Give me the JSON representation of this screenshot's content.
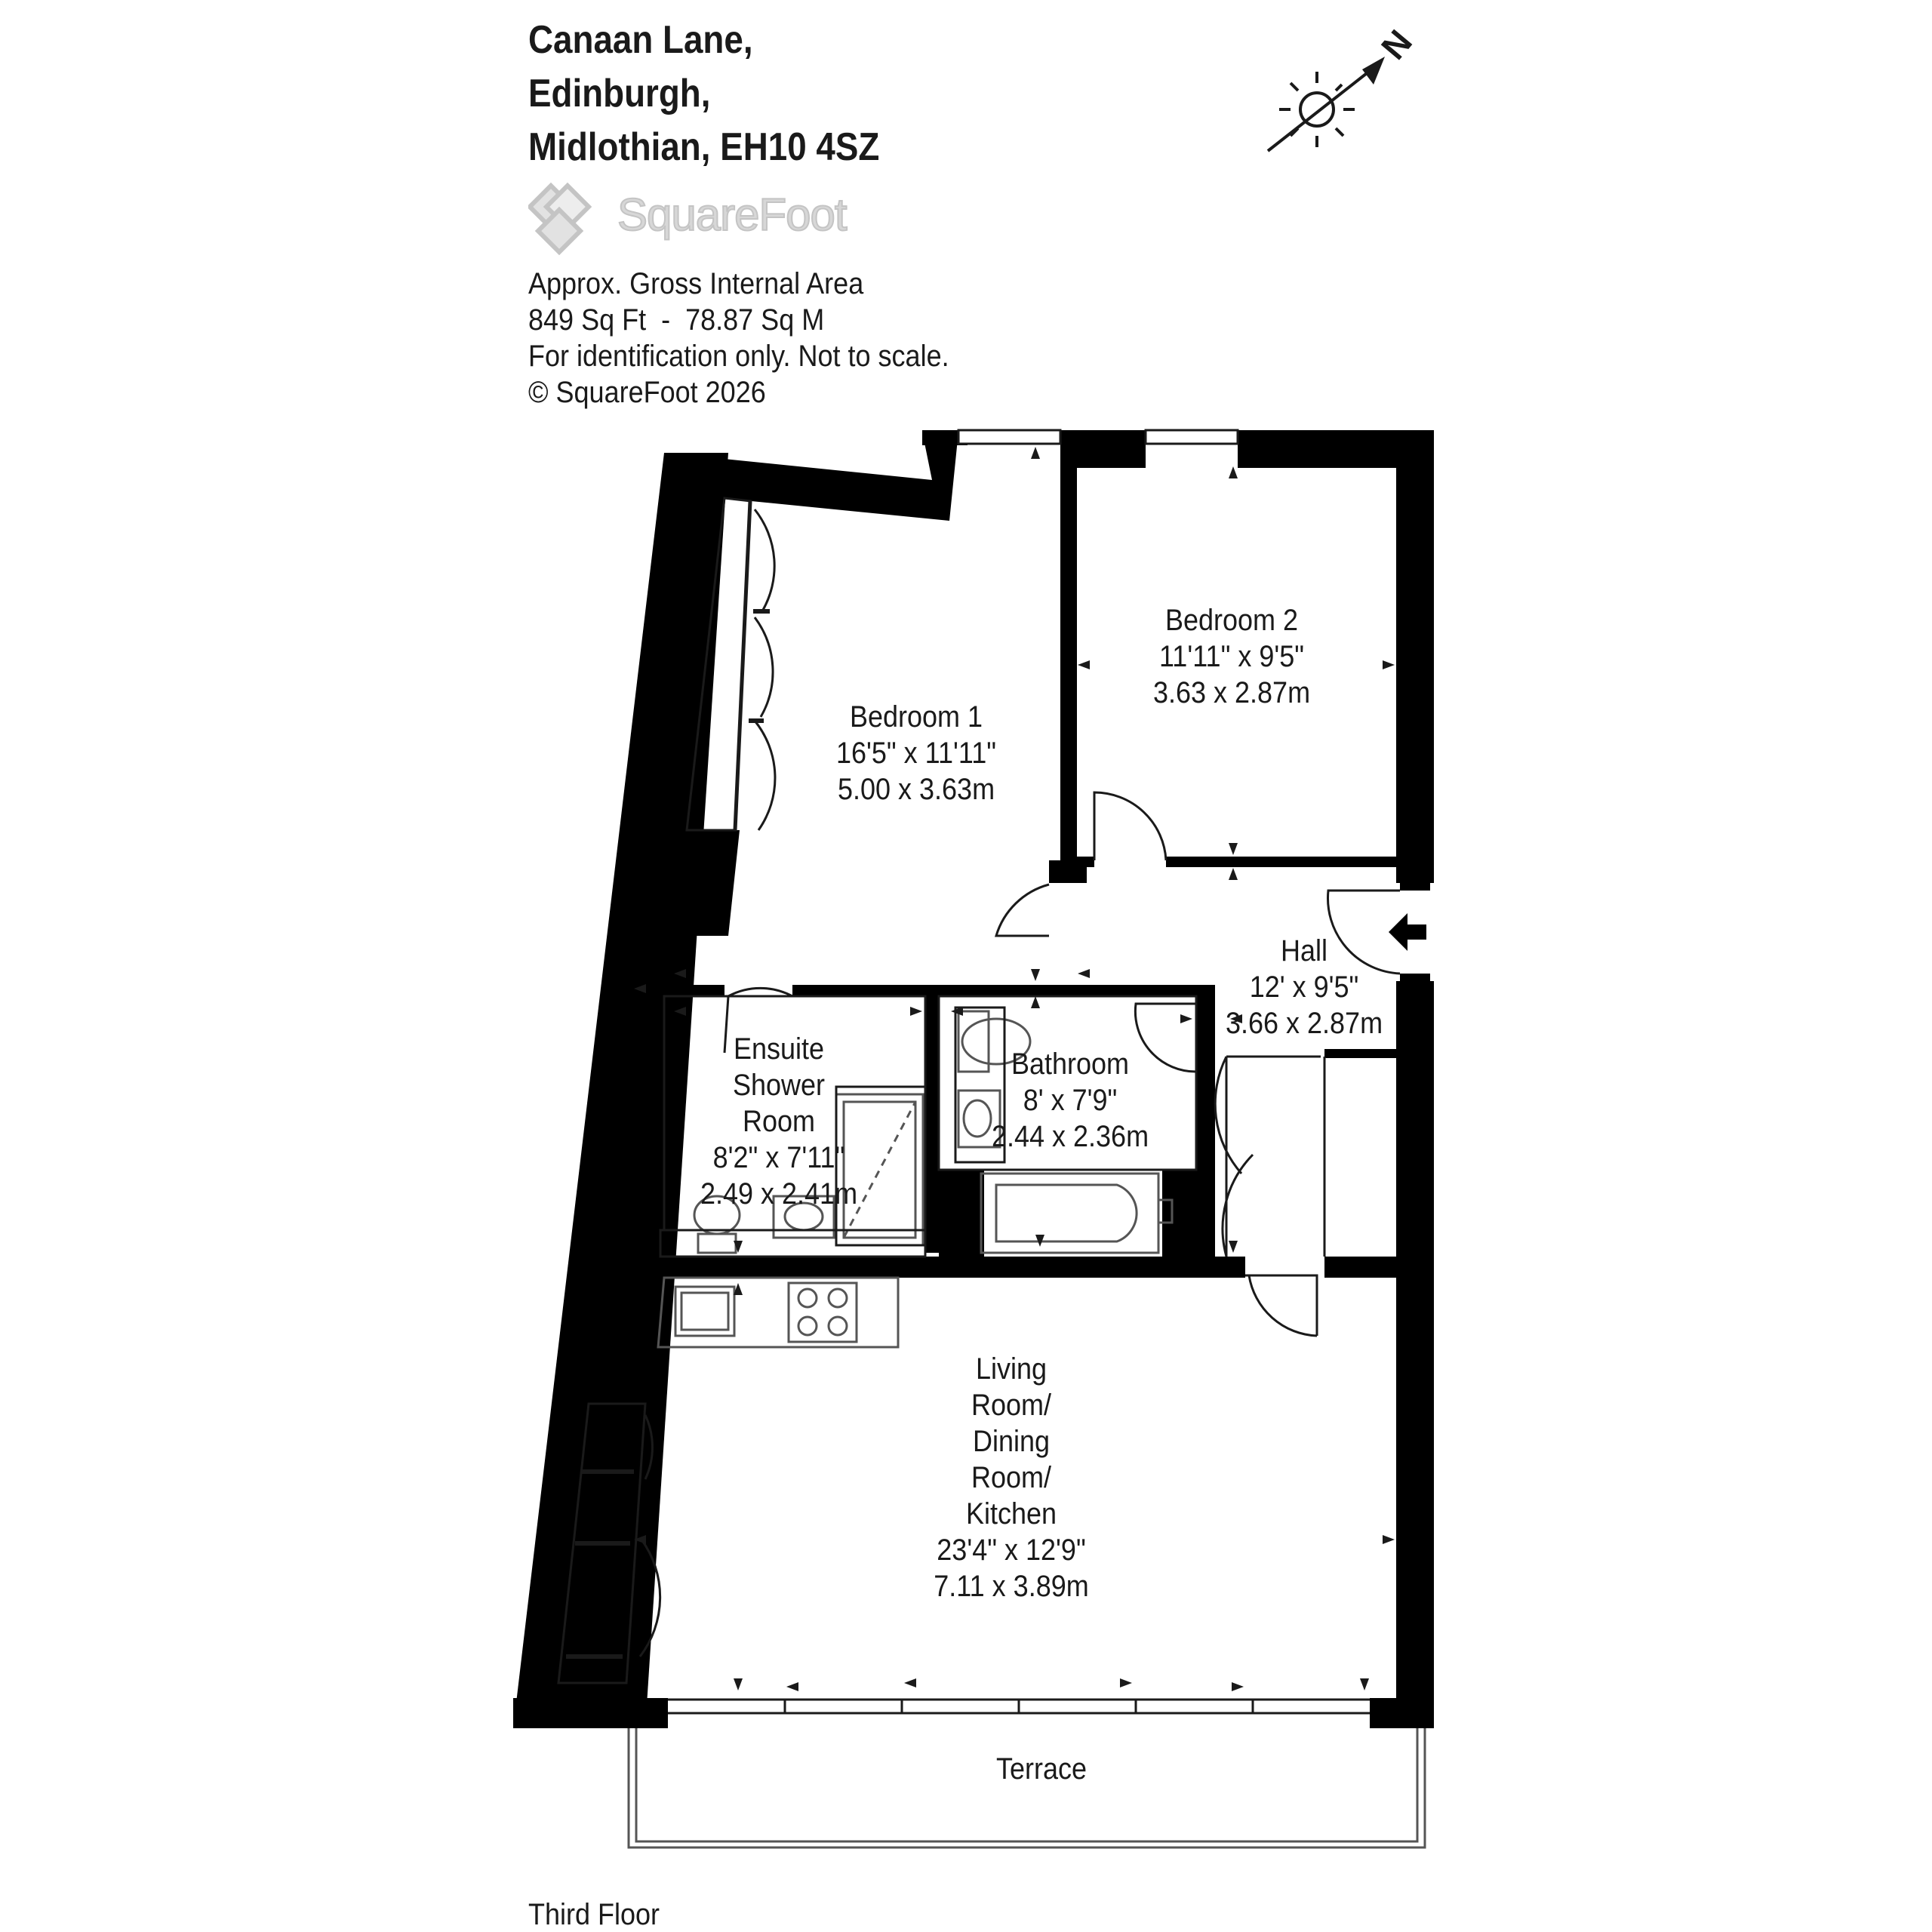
{
  "address": {
    "line1": "Canaan Lane,",
    "line2": "Edinburgh,",
    "line3": "Midlothian, EH10 4SZ"
  },
  "brand": {
    "name": "SquareFoot",
    "logo_color": "#c8c8c8"
  },
  "area_info": {
    "line1": "Approx. Gross Internal Area",
    "line2": "849 Sq Ft  -  78.87 Sq M",
    "line3": "For identification only. Not to scale.",
    "line4": "© SquareFoot 2026"
  },
  "compass": {
    "label": "N",
    "icon": "sun-compass-icon"
  },
  "rooms": {
    "bedroom1": {
      "name": "Bedroom 1",
      "imperial": "16'5\" x 11'11\"",
      "metric": "5.00 x 3.63m"
    },
    "bedroom2": {
      "name": "Bedroom 2",
      "imperial": "11'11\" x 9'5\"",
      "metric": "3.63 x 2.87m"
    },
    "hall": {
      "name": "Hall",
      "imperial": "12' x 9'5\"",
      "metric": "3.66 x 2.87m"
    },
    "ensuite": {
      "name1": "Ensuite",
      "name2": "Shower",
      "name3": "Room",
      "imperial": "8'2\" x 7'11\"",
      "metric": "2.49 x 2.41m"
    },
    "bathroom": {
      "name": "Bathroom",
      "imperial": "8' x 7'9\"",
      "metric": "2.44 x 2.36m"
    },
    "living": {
      "name1": "Living",
      "name2": "Room/",
      "name3": "Dining",
      "name4": "Room/",
      "name5": "Kitchen",
      "imperial": "23'4\" x 12'9\"",
      "metric": "7.11 x 3.89m"
    },
    "terrace": {
      "name": "Terrace"
    }
  },
  "floor": {
    "label": "Third Floor"
  },
  "colors": {
    "wall": "#000000",
    "line": "#1a1a1a",
    "fixture_line": "#555555"
  }
}
